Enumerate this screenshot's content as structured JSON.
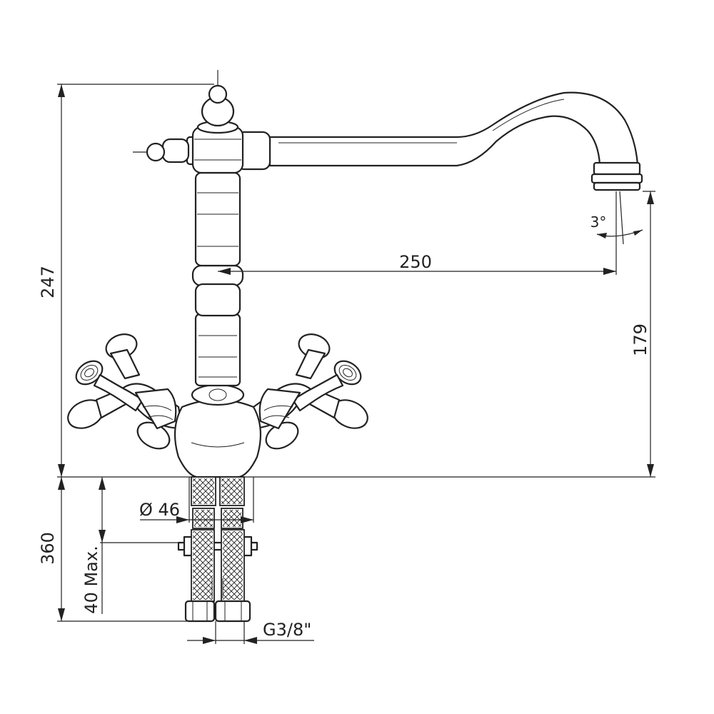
{
  "labels": {
    "overall_height": "247",
    "reach": "250",
    "spout_height": "179",
    "hose_length": "360",
    "deck_thickness": "40 Max.",
    "base_diameter": "Ø 46",
    "thread": "G3/8\"",
    "angle": "3°"
  },
  "colors": {
    "line": "#222222",
    "background": "#ffffff"
  }
}
